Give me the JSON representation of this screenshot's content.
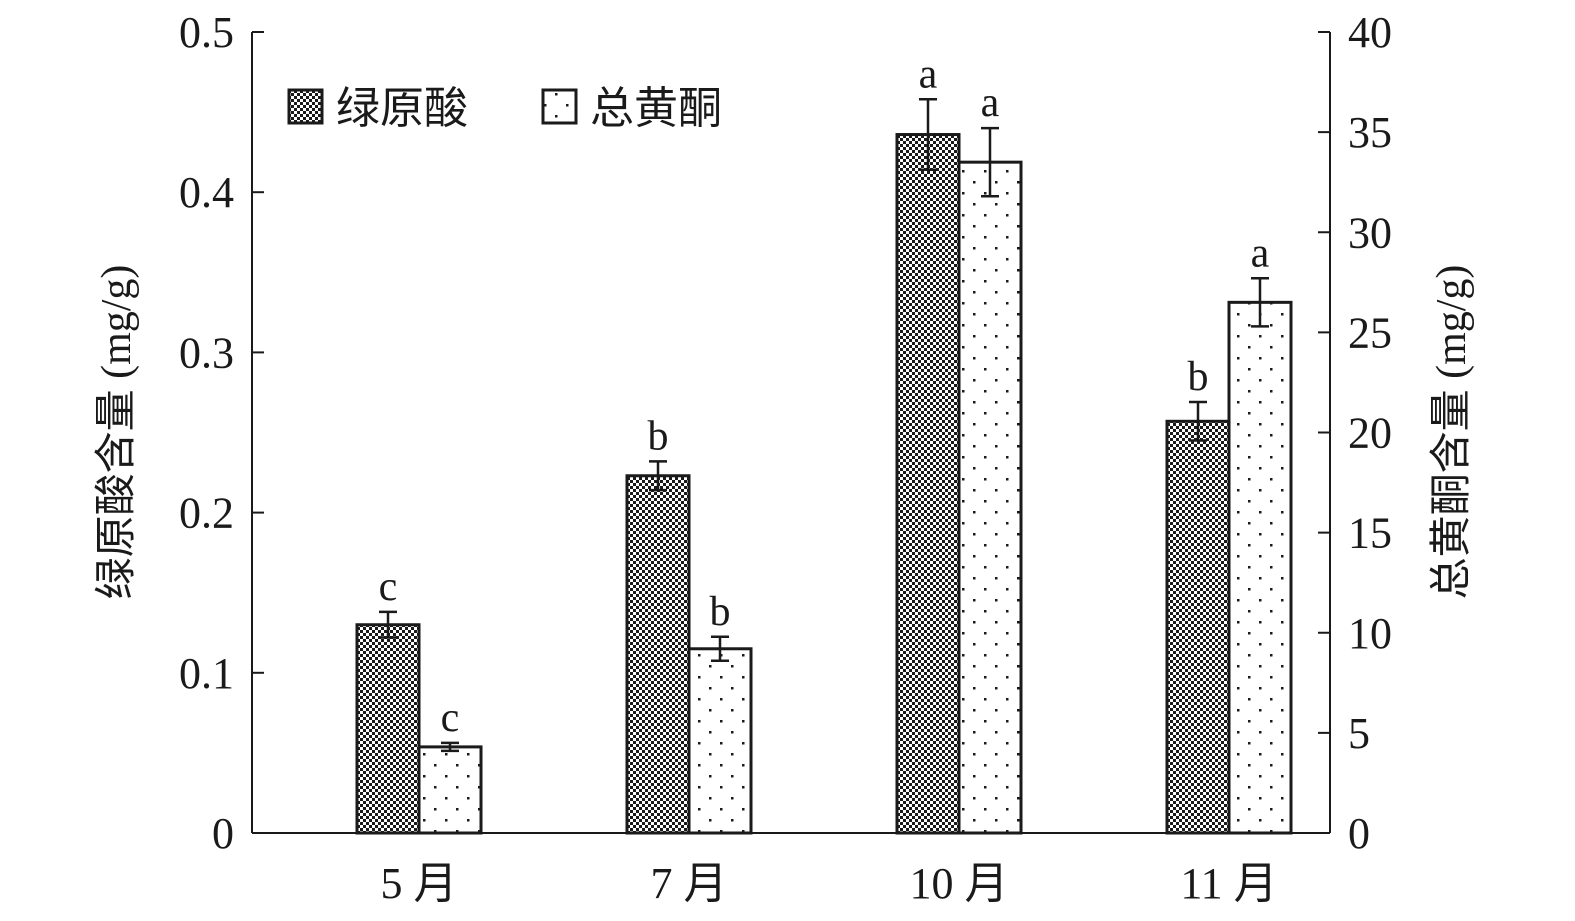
{
  "chart_data": {
    "type": "bar",
    "title": "",
    "categories": [
      "5 月",
      "7 月",
      "10 月",
      "11 月"
    ],
    "series": [
      {
        "name": "绿原酸",
        "axis": "left",
        "pattern": "checker",
        "values": [
          0.13,
          0.223,
          0.436,
          0.257
        ],
        "errors": [
          0.008,
          0.009,
          0.022,
          0.012
        ],
        "letters": [
          "c",
          "b",
          "a",
          "b"
        ]
      },
      {
        "name": "总黄酮",
        "axis": "right",
        "pattern": "dots",
        "values": [
          4.3,
          9.2,
          33.5,
          26.5
        ],
        "errors": [
          0.2,
          0.6,
          1.7,
          1.2
        ],
        "letters": [
          "c",
          "b",
          "a",
          "a"
        ]
      }
    ],
    "ylabel": "绿原酸含量 (mg/g)",
    "y2label": "总黄酮含量 (mg/g)",
    "ylim": [
      0,
      0.5
    ],
    "y2lim": [
      0,
      40
    ],
    "yticks": [
      "0",
      "0.1",
      "0.2",
      "0.3",
      "0.4",
      "0.5"
    ],
    "y2ticks": [
      "0",
      "5",
      "10",
      "15",
      "20",
      "25",
      "30",
      "35",
      "40"
    ],
    "legend": "top-left",
    "grid": false,
    "colors": {
      "ink": "#1a1a1a"
    }
  }
}
